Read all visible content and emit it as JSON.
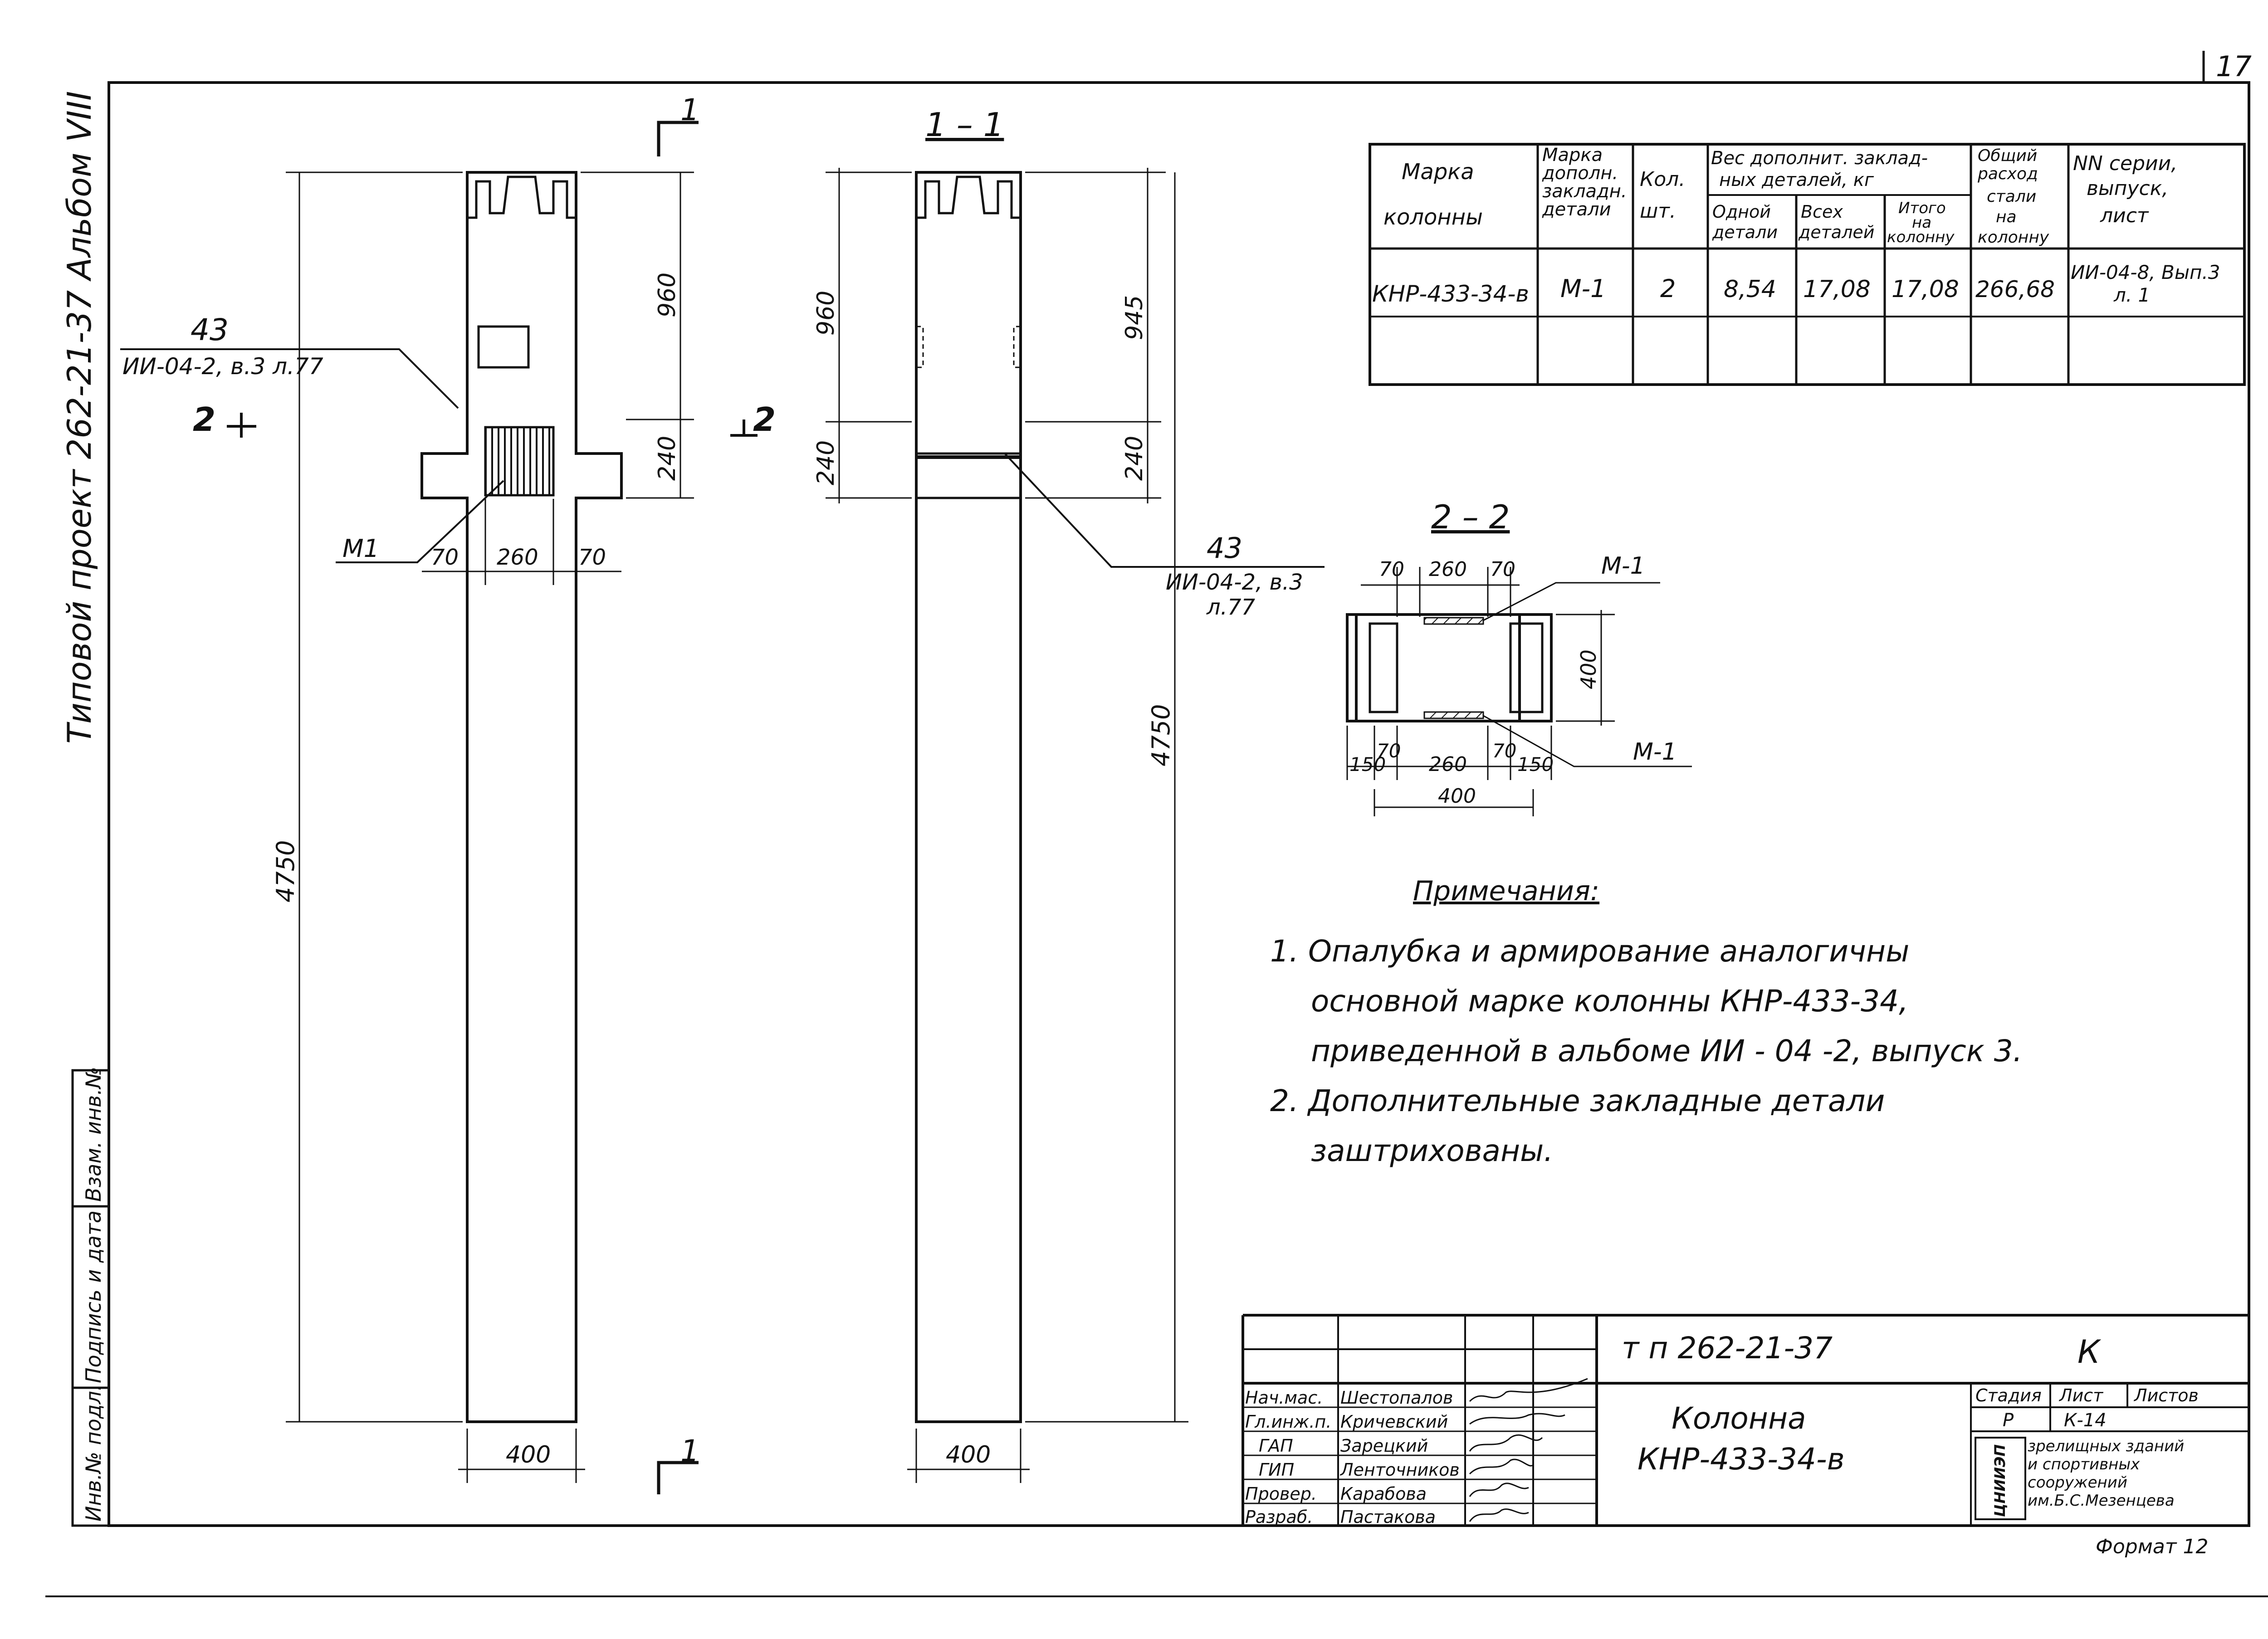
{
  "page_number": "17",
  "margin_title": "Типовой проект 262-21-37 Альбом VIII",
  "left_stamp": [
    "Инв.№ подл.",
    "Подпись и дата",
    "Взам. инв.№"
  ],
  "elevation": {
    "section_mark": "1",
    "cut_mark": "2",
    "ref_num": "43",
    "ref_text": "ИИ-04-2, в.3 л.77",
    "m1_label": "M1",
    "dims": {
      "d960": "960",
      "d240": "240",
      "d4750": "4750",
      "d70a": "70",
      "d260": "260",
      "d70b": "70",
      "d400": "400"
    }
  },
  "section11": {
    "title": "1 – 1",
    "ref_num": "43",
    "ref_line1": "ИИ-04-2, в.3",
    "ref_line2": "л.77",
    "dims": {
      "d960": "960",
      "d240": "240",
      "d945": "945",
      "d240b": "240",
      "d4750": "4750",
      "d400": "400"
    }
  },
  "section22": {
    "title": "2 – 2",
    "m1_top": "M-1",
    "m1_bottom": "M-1",
    "dims": {
      "t70a": "70",
      "t260": "260",
      "t70b": "70",
      "d400v": "400",
      "b150a": "150",
      "b70a": "70",
      "b260": "260",
      "b70b": "70",
      "b150b": "150",
      "b400": "400"
    }
  },
  "spec_table": {
    "headers": {
      "mark_col": [
        "Марка",
        "колонны"
      ],
      "add_mark": [
        "Марка",
        "дополн.",
        "закладн.",
        "детали"
      ],
      "qty": [
        "Кол.",
        "шт."
      ],
      "weight_group": [
        "Вес дополнит. заклад-",
        "ных деталей, кг"
      ],
      "one": [
        "Одной",
        "детали"
      ],
      "all": [
        "Всех",
        "деталей"
      ],
      "total": [
        "Итого",
        "на",
        "колонну"
      ],
      "steel": [
        "Общий",
        "расход",
        "стали",
        "на",
        "колонну"
      ],
      "series": [
        "NN серии,",
        "выпуск,",
        "лист"
      ]
    },
    "rows": [
      {
        "mark": "КНР-433-34-в",
        "add": "M-1",
        "qty": "2",
        "one": "8,54",
        "all": "17,08",
        "total": "17,08",
        "steel": "266,68",
        "series1": "ИИ-04-8, Вып.3",
        "series2": "л. 1"
      }
    ]
  },
  "notes": {
    "title": "Примечания:",
    "lines": [
      "1. Опалубка и армирование аналогичны",
      "основной марке колонны КНР-433-34,",
      "приведенной  в альбоме  ИИ - 04 -2, выпуск 3.",
      "2. Дополнительные  закладные  детали",
      "заштрихованы."
    ]
  },
  "title_block": {
    "code": "т п  262-21-37",
    "letter": "К",
    "name1": "Колонна",
    "name2": "КНР-433-34-в",
    "roles": [
      {
        "role": "Нач.мас.",
        "name": "Шестопалов"
      },
      {
        "role": "Гл.инж.п.",
        "name": "Кричевский"
      },
      {
        "role": "ГАП",
        "name": "Зарецкий"
      },
      {
        "role": "ГИП",
        "name": "Ленточников"
      },
      {
        "role": "Провер.",
        "name": "Карабова"
      },
      {
        "role": "Разраб.",
        "name": "Пастакова"
      }
    ],
    "stage_h": "Стадия",
    "sheet_h": "Лист",
    "sheets_h": "Листов",
    "stage": "Р",
    "sheet": "К-14",
    "org_logo": "ЦНИИЭП",
    "org": [
      "зрелищных зданий",
      "и спортивных",
      "сооружений",
      "им.Б.С.Мезенцева"
    ],
    "format": "Формат 12"
  }
}
